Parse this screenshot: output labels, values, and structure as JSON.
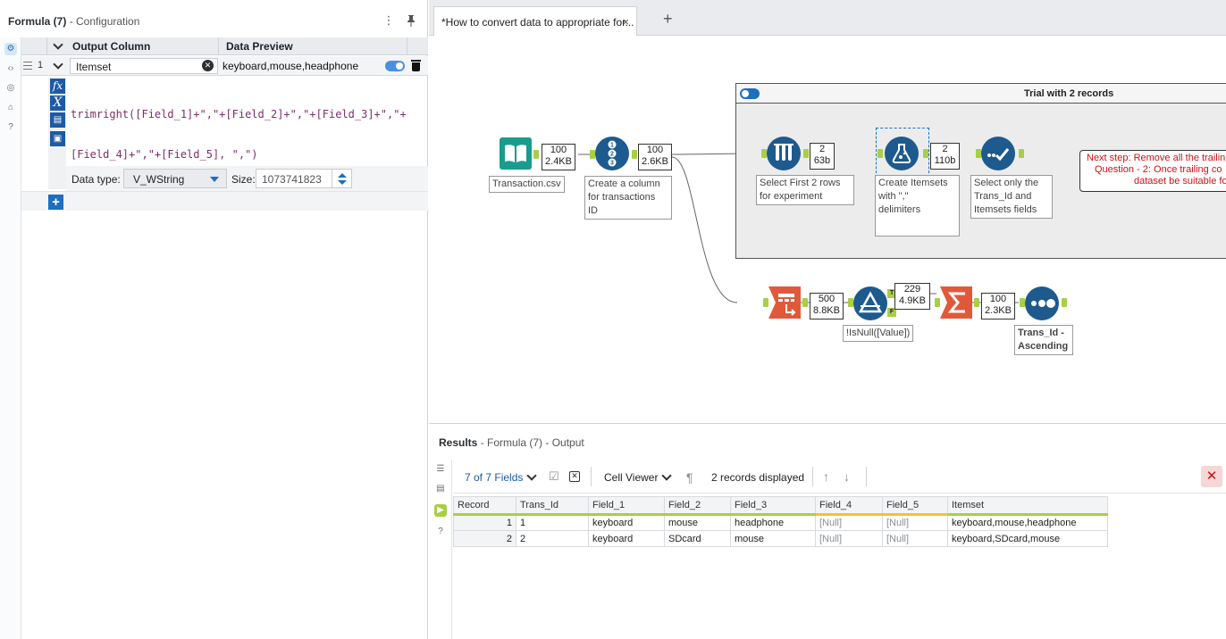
{
  "config": {
    "title_bold": "Formula (7)",
    "title_sep": " - ",
    "title_sub": "Configuration",
    "headers": {
      "output_column": "Output Column",
      "data_preview": "Data Preview"
    },
    "row": {
      "number": "1",
      "output_column": "Itemset",
      "preview": "keyboard,mouse,headphone"
    },
    "formula_line1": "trimright([Field_1]+\",\"+[Field_2]+\",\"+[Field_3]+\",\"+",
    "formula_line2": "[Field_4]+\",\"+[Field_5], \",\")",
    "editor_buttons": [
      "fx",
      "X",
      "▤",
      "▣"
    ],
    "data_type_label": "Data type:",
    "data_type_value": "V_WString",
    "size_label": "Size:",
    "size_value": "1073741823"
  },
  "tab": {
    "title": "*How to convert data to appropriate for...",
    "close": "×",
    "add": "+"
  },
  "canvas": {
    "container_title": "Trial with 2 records",
    "tools": {
      "input": {
        "label": "Transaction.csv",
        "badge_top": "100",
        "badge_bottom": "2.4KB"
      },
      "record_id": {
        "label_lines": [
          "Create a column",
          "for transactions",
          "ID"
        ],
        "badge_top": "100",
        "badge_bottom": "2.6KB"
      },
      "sample": {
        "label_lines": [
          "Select First 2 rows",
          "for experiment"
        ],
        "badge_top": "2",
        "badge_bottom": "63b"
      },
      "formula": {
        "label_lines": [
          "Create Itemsets",
          "with \",\"",
          "delimiters"
        ],
        "badge_top": "2",
        "badge_bottom": "110b"
      },
      "select": {
        "label_lines": [
          "Select only the",
          "Trans_Id and",
          "Itemsets fields"
        ]
      },
      "transpose": {
        "badge_top": "500",
        "badge_bottom": "8.8KB"
      },
      "filter": {
        "label": "!IsNull([Value])",
        "badge_top": "229",
        "badge_bottom": "4.9KB",
        "t": "T",
        "f": "F"
      },
      "summarize": {
        "badge_top": "100",
        "badge_bottom": "2.3KB"
      },
      "sort": {
        "label_lines": [
          "Trans_Id -",
          "Ascending"
        ]
      }
    },
    "note_lines": [
      "Next step: Remove all the trailin",
      "Question - 2: Once trailing co",
      "dataset be suitable fo"
    ]
  },
  "results": {
    "title_bold": "Results",
    "title_sep": " - ",
    "title_sub": "Formula (7) - Output",
    "fields_dropdown": "7 of 7 Fields",
    "viewer": "Cell Viewer",
    "records_displayed": "2 records displayed",
    "close": "✕",
    "columns": [
      "Record",
      "Trans_Id",
      "Field_1",
      "Field_2",
      "Field_3",
      "Field_4",
      "Field_5",
      "Itemset"
    ],
    "rows": [
      [
        "1",
        "1",
        "keyboard",
        "mouse",
        "headphone",
        "[Null]",
        "[Null]",
        "keyboard,mouse,headphone"
      ],
      [
        "2",
        "2",
        "keyboard",
        "SDcard",
        "mouse",
        "[Null]",
        "[Null]",
        "keyboard,SDcard,mouse"
      ]
    ]
  },
  "colors": {
    "accent_blue": "#1d6fbf",
    "tool_blue": "#1d5a8e",
    "tool_teal": "#1a9c8c",
    "tool_orange": "#e05a3a",
    "connector_green": "#a8cf45",
    "note_red": "#cc1111"
  }
}
